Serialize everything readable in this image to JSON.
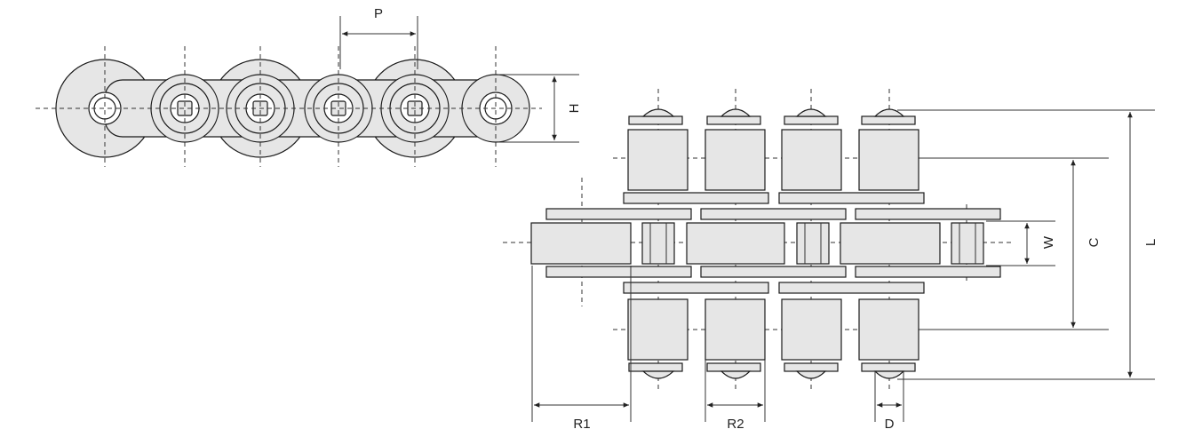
{
  "labels": {
    "pitch": "P",
    "plate_height": "H",
    "inner_width": "W",
    "center_distance": "C",
    "overall_length": "L",
    "roller_offset_1": "R1",
    "roller_offset_2": "R2",
    "pin_diameter": "D"
  },
  "colors": {
    "part_fill": "#e6e6e6",
    "outline": "#1a1a1a",
    "background": "#ffffff"
  }
}
